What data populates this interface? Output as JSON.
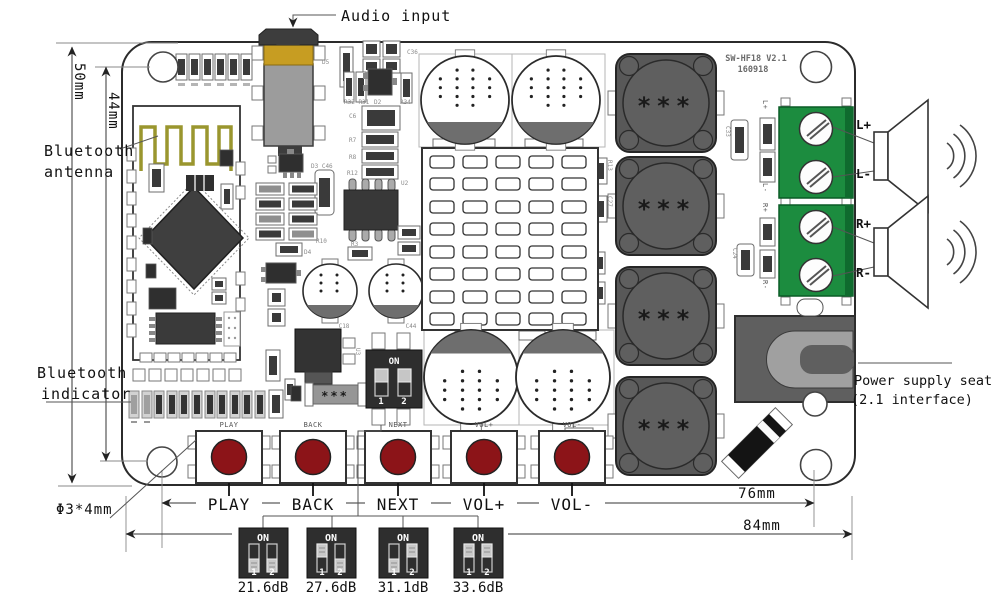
{
  "annotations": {
    "audio_input": "Audio input",
    "bluetooth_antenna_line1": "Bluetooth",
    "bluetooth_antenna_line2": "antenna",
    "bluetooth_indicator_line1": "Bluetooth",
    "bluetooth_indicator_line2": "indicator",
    "power_supply_line1": "Power supply seat",
    "power_supply_line2": "(2.1 interface)",
    "hole_spec": "Φ3*4mm"
  },
  "dimensions": {
    "board_height": "50mm",
    "hole_span_vertical": "44mm",
    "hole_span_horizontal": "76mm",
    "board_width": "84mm"
  },
  "board_silk": {
    "title_line1": "SW-HF18 V2.1",
    "title_line2": "160918",
    "inductor_marking": "***",
    "dip_on": "ON",
    "dip_pos1": "1",
    "dip_pos2": "2",
    "terminal_silk": [
      "L+",
      "L-",
      "R+",
      "R-"
    ],
    "refs": {
      "c36": "C36",
      "r32_r31": "R32 R31",
      "d2": "D2",
      "r34": "R34",
      "c6": "C6",
      "r7": "R7",
      "r8": "R8",
      "r12": "R12",
      "d3_c46": "D3 C46",
      "u2": "U2",
      "r10": "R10",
      "d4": "D4",
      "r3": "R3",
      "c18": "C18",
      "c44": "C44",
      "u3": "U3",
      "r13": "R13",
      "c27": "C27",
      "c33": "C33",
      "c24": "C24",
      "d5": "D5"
    }
  },
  "buttons": [
    {
      "silk": "PLAY",
      "label": "PLAY"
    },
    {
      "silk": "BACK",
      "label": "BACK"
    },
    {
      "silk": "NEXT",
      "label": "NEXT"
    },
    {
      "silk": "VOL+",
      "label": "VOL+"
    },
    {
      "silk": "VOL-",
      "label": "VOL-"
    }
  ],
  "speaker_terminals": [
    "L+",
    "L-",
    "R+",
    "R-"
  ],
  "gain_switches": [
    {
      "label": "21.6dB",
      "switch1": "down",
      "switch2": "down"
    },
    {
      "label": "27.6dB",
      "switch1": "up",
      "switch2": "down"
    },
    {
      "label": "31.1dB",
      "switch1": "down",
      "switch2": "up"
    },
    {
      "label": "33.6dB",
      "switch1": "up",
      "switch2": "up"
    }
  ],
  "colors": {
    "terminal_green": "#1c8c3f",
    "button_cap_red": "#8c1418",
    "antenna_olive": "#9a962e",
    "jack_gold": "#c79d22",
    "inductor_gray": "#585858"
  }
}
